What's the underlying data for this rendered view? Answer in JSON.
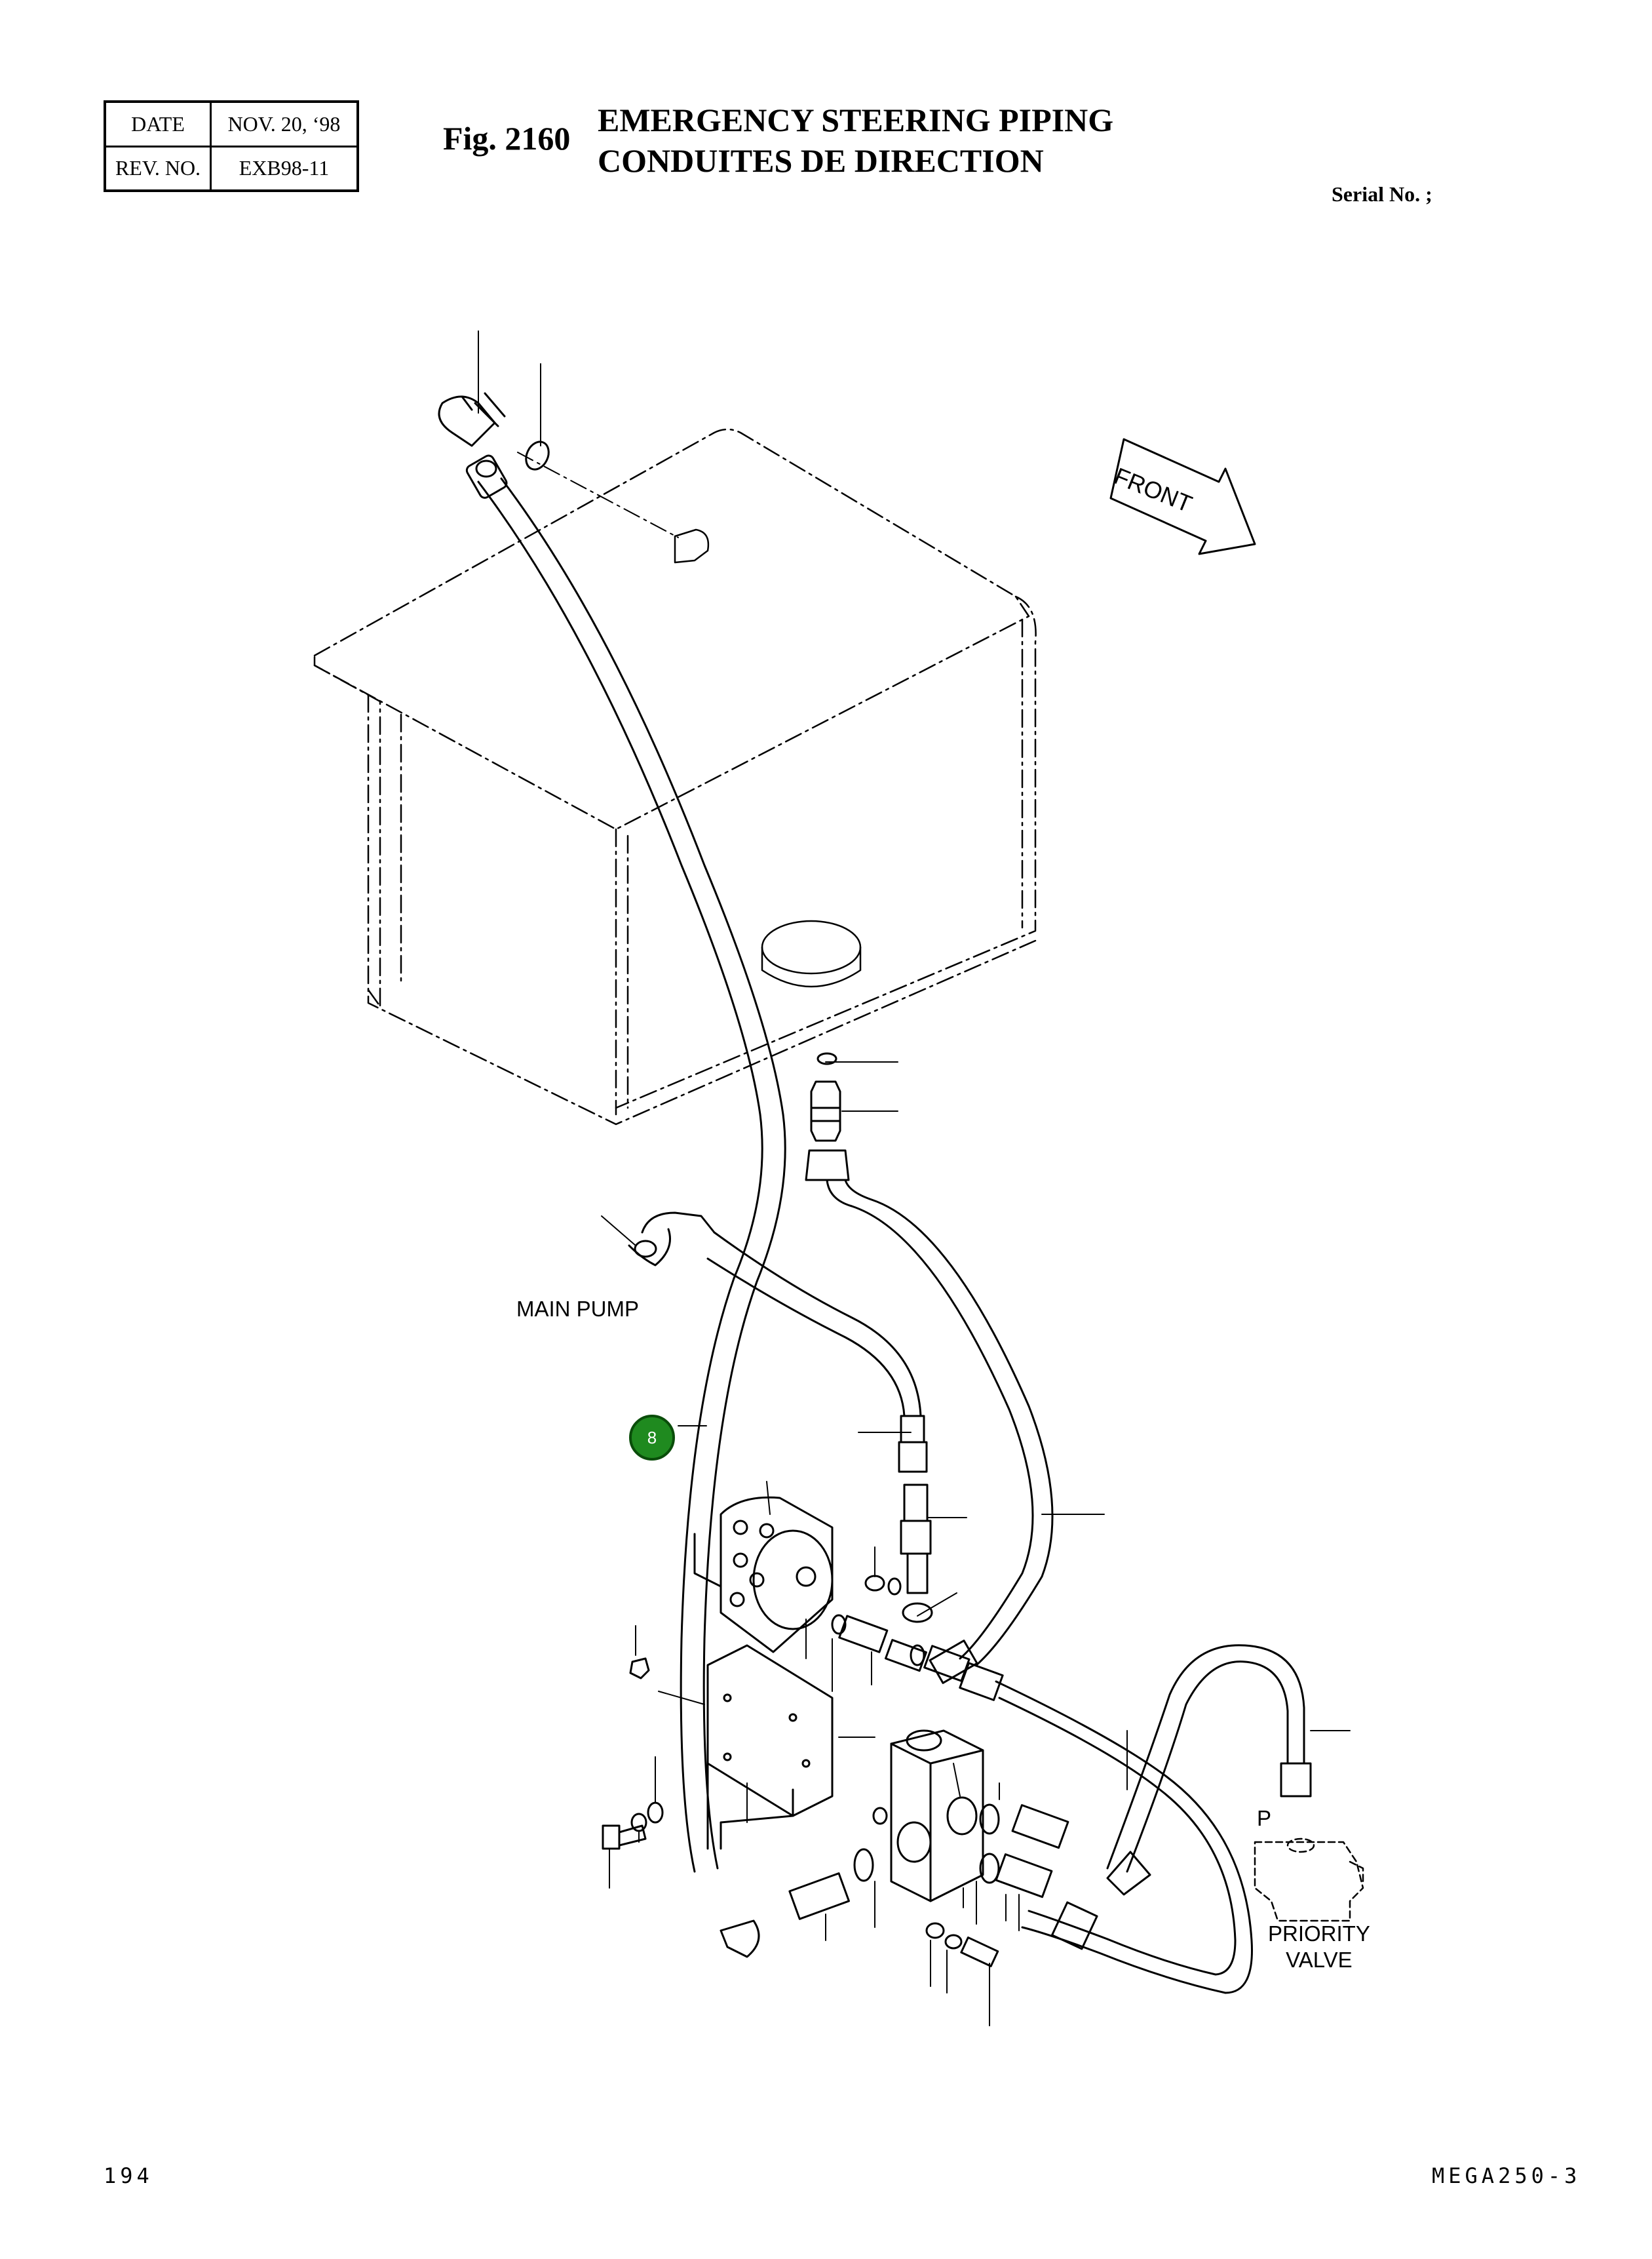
{
  "header": {
    "date_label": "DATE",
    "date_value": "NOV. 20, ‘98",
    "rev_label": "REV. NO.",
    "rev_value": "EXB98-11"
  },
  "figure": {
    "number": "Fig. 2160",
    "title_en": "EMERGENCY STEERING PIPING",
    "title_fr": "CONDUITES DE DIRECTION",
    "serial": "Serial No. ;"
  },
  "labels": {
    "front": "FRONT",
    "main_pump": "MAIN PUMP",
    "port_p": "P",
    "priority_line1": "PRIORITY",
    "priority_line2": "VALVE"
  },
  "callout_badge": {
    "number": "8",
    "color": "#1f8a1f"
  },
  "footer": {
    "page": "194",
    "model": "MEGA250-3"
  }
}
